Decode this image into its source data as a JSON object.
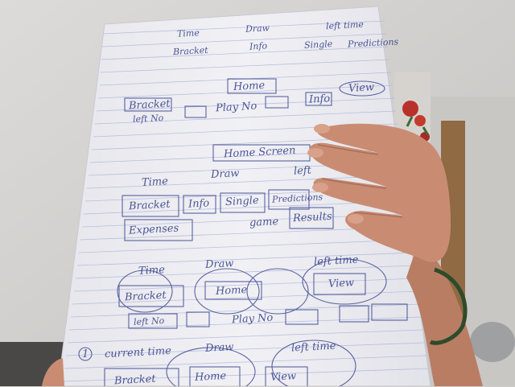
{
  "notes": {
    "top": {
      "row1": [
        "Time",
        "Draw",
        "left time"
      ],
      "row2": [
        "Bracket",
        "Info",
        "Single",
        "Predictions"
      ]
    },
    "sketch1": {
      "home": "Home",
      "view": "View",
      "bracket": "Bracket",
      "info": "Info",
      "left_no": "left No",
      "play_no": "Play No"
    },
    "sketch2": {
      "home_screen": "Home Screen",
      "time": "Time",
      "draw": "Draw",
      "left": "left",
      "bracket": "Bracket",
      "info": "Info",
      "single": "Single",
      "predictions": "Predictions",
      "expenses": "Expenses",
      "game": "game",
      "results": "Results"
    },
    "sketch3": {
      "time": "Time",
      "draw": "Draw",
      "left_time": "left time",
      "bracket": "Bracket",
      "home": "Home",
      "view": "View",
      "left_no": "left No",
      "play_no": "Play No"
    },
    "sketch4": {
      "number": "1",
      "current_time": "current time",
      "draw": "Draw",
      "left_time": "left time",
      "bracket": "Bracket",
      "home": "Home",
      "view": "View"
    }
  },
  "colors": {
    "wall": "#d9d8d6",
    "paper": "#eeeef2",
    "ruled_line": "#a9b0d8",
    "ink": "#2f3b86",
    "skin": "#c98c72"
  }
}
